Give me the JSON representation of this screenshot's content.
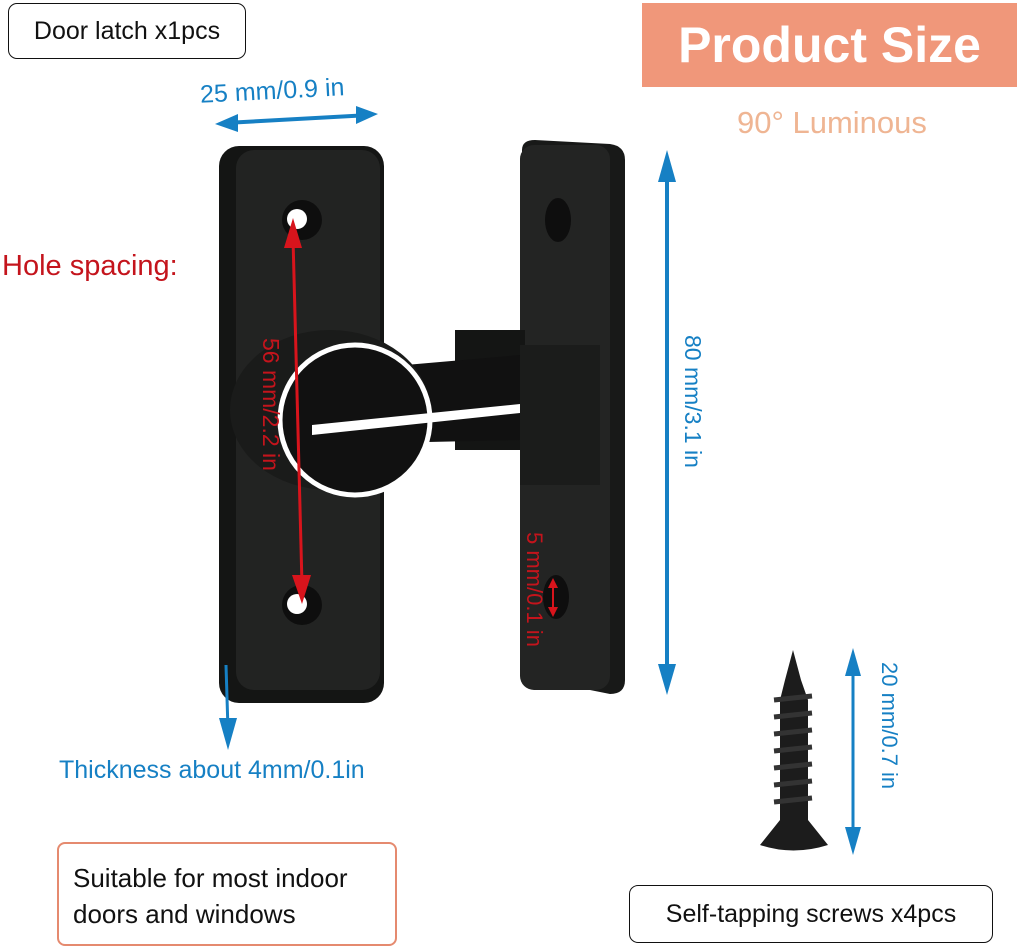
{
  "header": {
    "title": "Product Size",
    "subtitle": "90° Luminous",
    "banner_color": "#f0977a",
    "subtitle_color": "#efb593"
  },
  "labels": {
    "door_latch_qty": "Door latch x1pcs",
    "screws_qty": "Self-tapping screws x4pcs",
    "suitable": [
      "Suitable for most indoor",
      "doors and windows"
    ]
  },
  "dimensions": {
    "width": "25 mm/0.9 in",
    "hole_spacing_label": "Hole spacing:",
    "hole_spacing": "56 mm/2.2 in",
    "height": "80 mm/3.1 in",
    "hole_diameter": "5 mm/0.1 in",
    "thickness": "Thickness about 4mm/0.1in",
    "screw_length": "20 mm/0.7 in"
  },
  "colors": {
    "dimension_blue": "#1680c4",
    "dimension_red": "#c4141c",
    "latch_body": "#1c1d1c",
    "suitable_border": "#e58a6f"
  },
  "images": {
    "product": "black-90-degree-door-latch",
    "screw": "black-self-tapping-screw"
  }
}
